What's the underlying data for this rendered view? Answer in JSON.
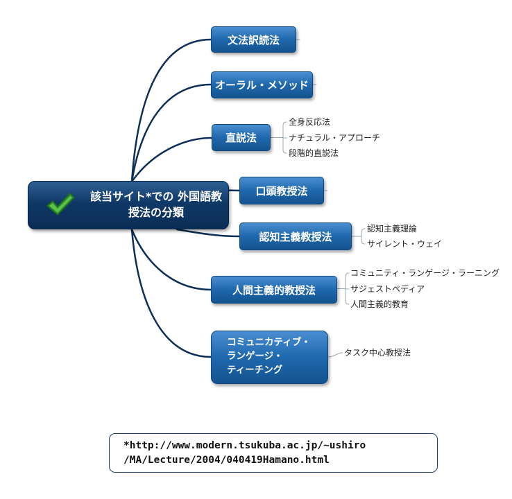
{
  "mindmap": {
    "central": {
      "title_lines": [
        "該当サイト*での",
        "外国語教授法の分類"
      ],
      "icon": "check-icon",
      "colors": {
        "fill": "#0f3866",
        "check": "#3fa535"
      }
    },
    "branches": [
      {
        "label_lines": [
          "文法訳読法"
        ],
        "children": []
      },
      {
        "label_lines": [
          "オーラル・メソッド"
        ],
        "children": []
      },
      {
        "label_lines": [
          "直説法"
        ],
        "children": [
          "全身反応法",
          "ナチュラル・アプローチ",
          "段階的直説法"
        ]
      },
      {
        "label_lines": [
          "口頭教授法"
        ],
        "children": []
      },
      {
        "label_lines": [
          "認知主義教授法"
        ],
        "children": [
          "認知主義理論",
          "サイレント・ウェイ"
        ]
      },
      {
        "label_lines": [
          "人間主義的教授法"
        ],
        "children": [
          "コミュニティ・ランゲージ・ラーニング",
          "サジェストペディア",
          "人間主義的教育"
        ]
      },
      {
        "label_lines": [
          "コミュニカティブ・",
          "ランゲージ・",
          "ティーチング"
        ],
        "children": [
          "タスク中心教授法"
        ]
      }
    ],
    "colors": {
      "branch_fill": "#1f68ad",
      "connector": "#0d2f57",
      "leaf_line": "#9aa7b5"
    }
  },
  "footnote": {
    "lines": [
      "*http://www.modern.tsukuba.ac.jp/~ushiro",
      "/MA/Lecture/2004/040419Hamano.html"
    ]
  }
}
